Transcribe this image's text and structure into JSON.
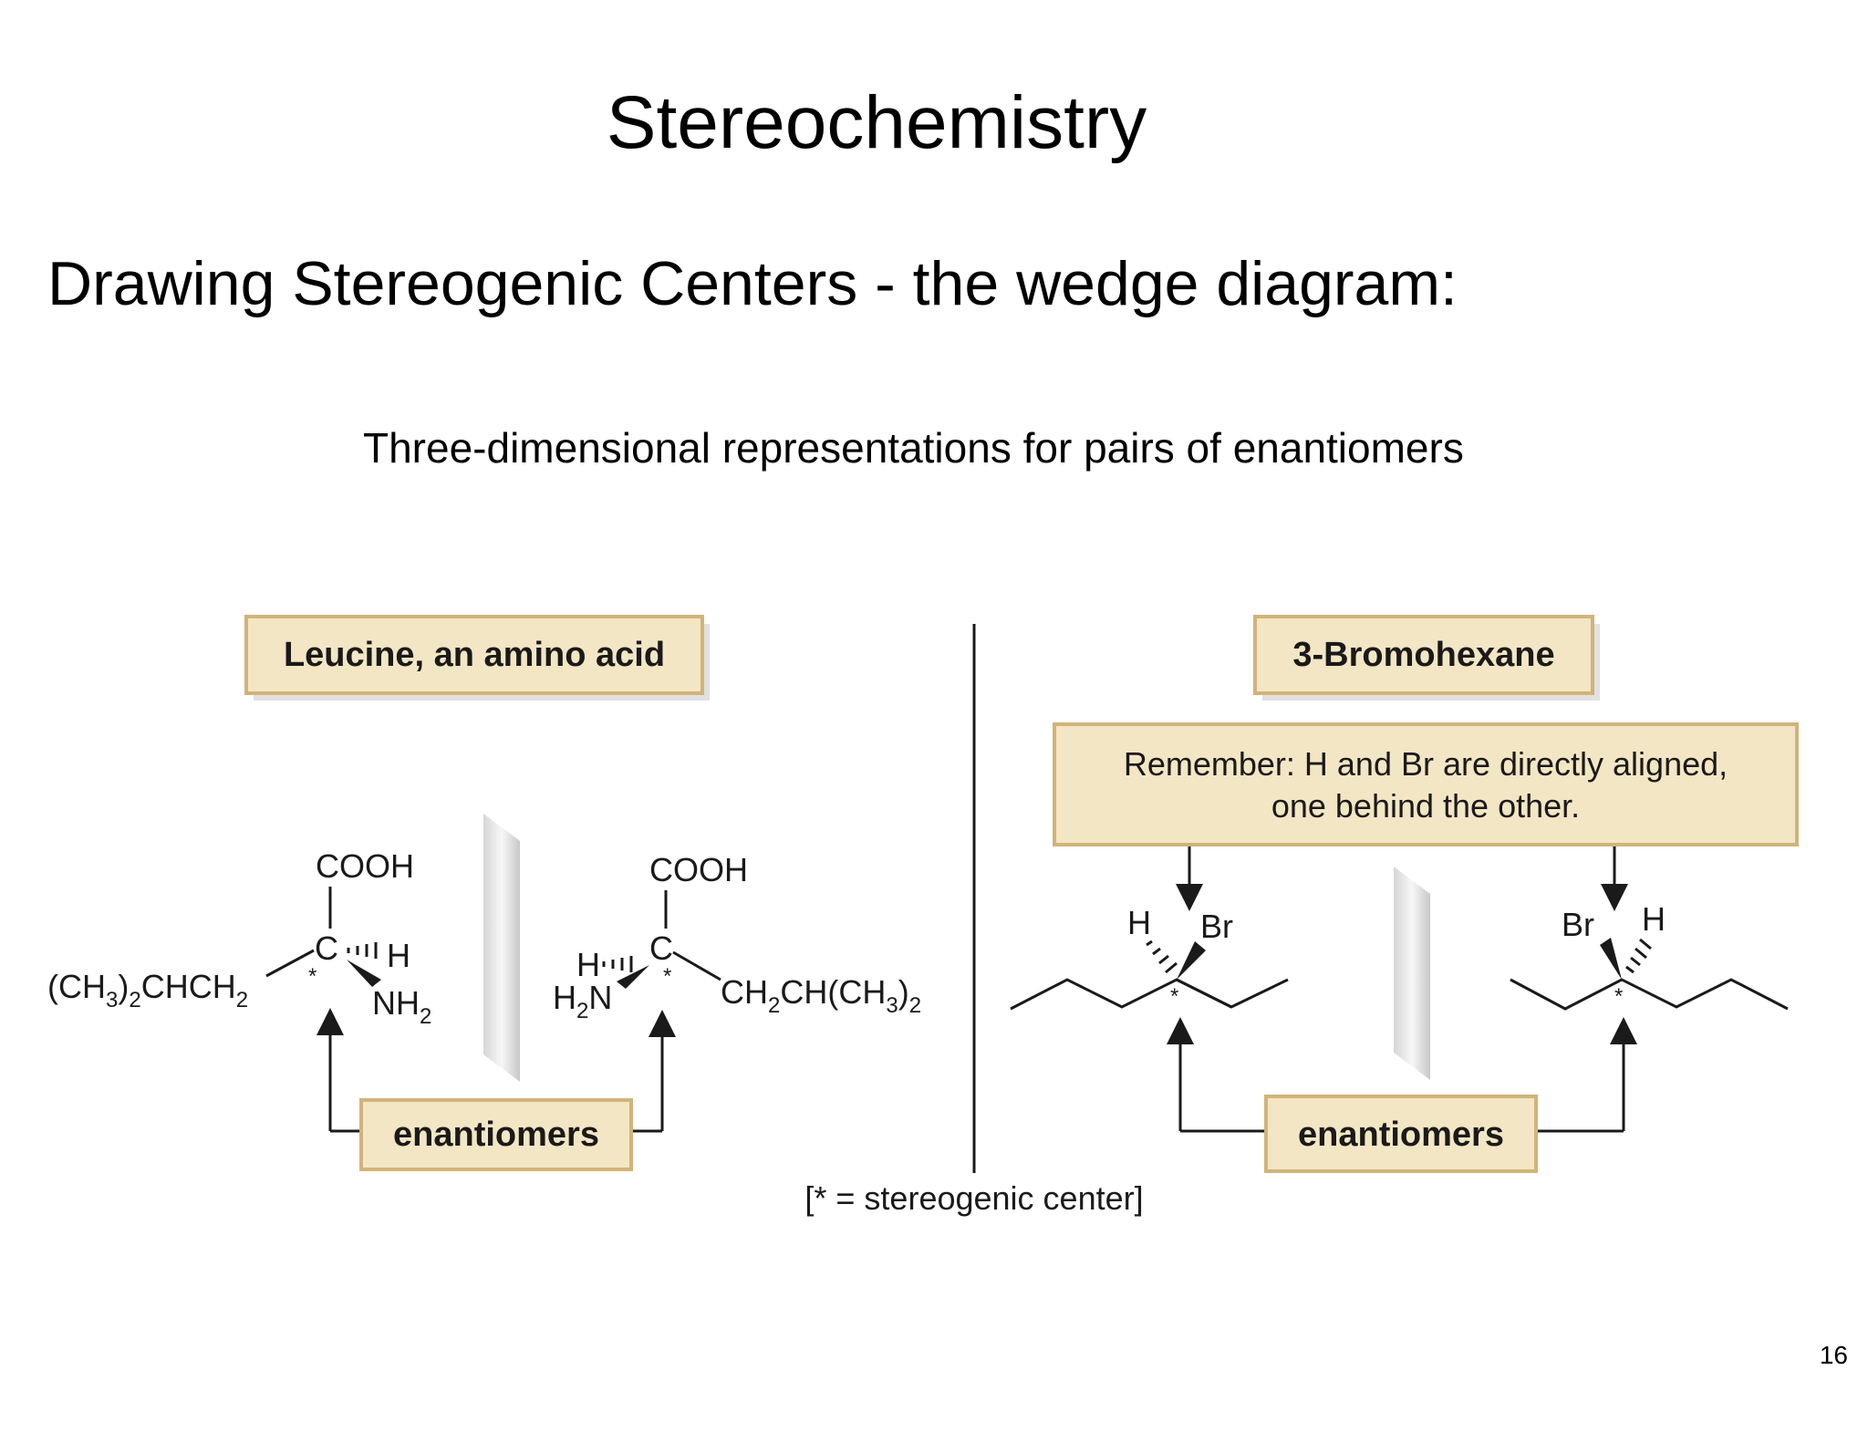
{
  "slide": {
    "title": "Stereochemistry",
    "heading": "Drawing Stereogenic Centers - the wedge diagram:",
    "subheading": "Three-dimensional representations for pairs of enantiomers",
    "page_number": "16"
  },
  "figure": {
    "colors": {
      "box_fill": "#f3e6c4",
      "box_border": "#d2b37a",
      "ink": "#1a1a1a"
    },
    "leucine": {
      "label": "Leucine, an amino acid",
      "left_molecule": {
        "top_group": "COOH",
        "center": "C",
        "side_chain_base": "(CH",
        "side_chain_sub1": "3",
        "side_chain_mid": ")",
        "side_chain_sub2": "2",
        "side_chain_end": "CHCH",
        "side_chain_sub3": "2",
        "hashed_group": "H",
        "wedge_group": "NH",
        "wedge_sub": "2",
        "star": "*"
      },
      "right_molecule": {
        "top_group": "COOH",
        "center": "C",
        "hashed_group": "H",
        "wedge_group_pre": "H",
        "wedge_sub": "2",
        "wedge_group_post": "N",
        "side_chain_base": "CH",
        "side_chain_sub1": "2",
        "side_chain_mid": "CH(CH",
        "side_chain_sub2": "3",
        "side_chain_end": ")",
        "side_chain_sub3": "2",
        "star": "*"
      },
      "enantiomers_label": "enantiomers"
    },
    "bromohexane": {
      "label": "3-Bromohexane",
      "note_line1": "Remember: H and Br are directly aligned,",
      "note_line2": "one behind the other.",
      "left_molecule": {
        "hashed_group": "H",
        "wedge_group": "Br",
        "star": "*"
      },
      "right_molecule": {
        "wedge_group": "Br",
        "hashed_group": "H",
        "star": "*"
      },
      "enantiomers_label": "enantiomers"
    },
    "legend": "[* = stereogenic center]"
  }
}
